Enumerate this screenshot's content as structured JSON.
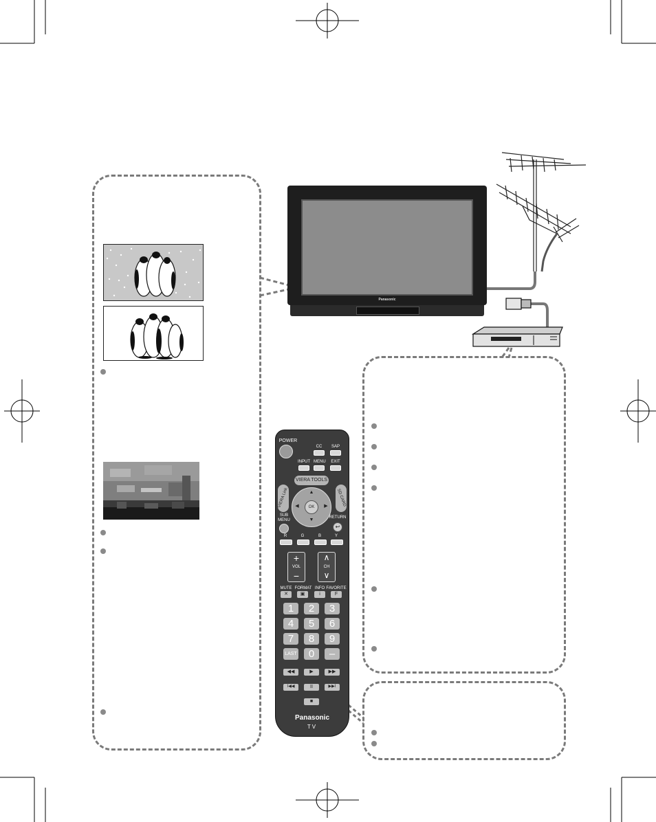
{
  "tv": {
    "brand_label": "Panasonic"
  },
  "remote": {
    "brand": "Panasonic",
    "model_label": "TV",
    "power_label": "POWER",
    "cc_label": "CC",
    "sap_label": "SAP",
    "input_label": "INPUT",
    "menu_label": "MENU",
    "exit_label": "EXIT",
    "viera_link_label": "VIERA Link",
    "viera_tools_label": "VIERA TOOLS",
    "sd_card_label": "SD CARD",
    "ok_label": "OK",
    "sub_menu_label": "SUB MENU",
    "return_label": "RETURN",
    "color_labels": [
      "R",
      "G",
      "B",
      "Y"
    ],
    "vol_label": "VOL",
    "ch_label": "CH",
    "mute_label": "MUTE",
    "format_label": "FORMAT",
    "info_label": "INFO",
    "favorite_label": "FAVORITE",
    "info_glyph": "i",
    "favorite_glyph": "F",
    "digits": [
      "1",
      "2",
      "3",
      "4",
      "5",
      "6",
      "7",
      "8",
      "9"
    ],
    "last_label": "LAST",
    "zero_label": "0",
    "dash_label": "–",
    "transport_glyphs": [
      "◀◀",
      "▶",
      "▶▶",
      "I◀◀",
      "II",
      "▶▶I",
      "■"
    ]
  }
}
